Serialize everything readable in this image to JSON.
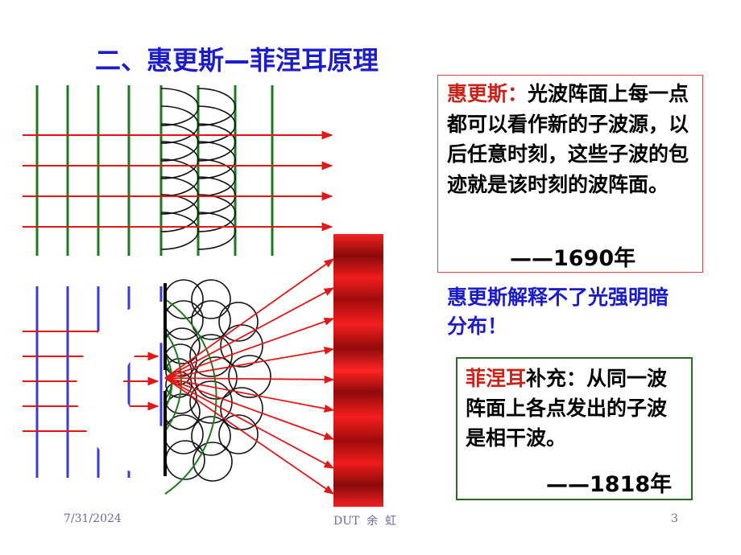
{
  "slide": {
    "title": "二、惠更斯—菲涅耳原理",
    "huygens": {
      "name": "惠更斯：",
      "statement": "光波阵面上每一点都可以看作新的子波源，以后任意时刻，这些子波的包迹就是该时刻的波阵面。",
      "year": "——1690年"
    },
    "note": "惠更斯解释不了光强明暗分布！",
    "fresnel": {
      "name": "菲涅耳",
      "statement": "补充：从同一波阵面上各点发出的子波是相干波。",
      "year": "——1818年"
    }
  },
  "footer": {
    "date": "7/31/2024",
    "center": "DUT  余  虹",
    "page": "3"
  },
  "colors": {
    "title": "#1c1cc8",
    "ray": "#e01818",
    "green_wavefront": "#1e7a1e",
    "blue_wavefront": "#3a3ad8",
    "screen": "#e0141c"
  }
}
